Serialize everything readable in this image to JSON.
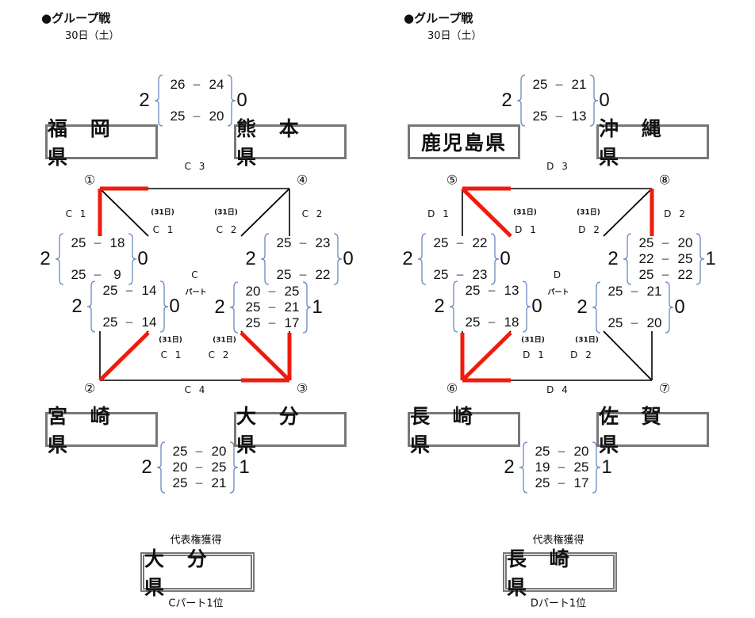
{
  "parts": [
    {
      "header": "●グループ戦",
      "date": "30日（土）",
      "teams": [
        "福 岡 県",
        "熊 本 県",
        "宮 崎 県",
        "大 分 県"
      ],
      "corner_numbers": [
        "①",
        "④",
        "②",
        "③"
      ],
      "labels": [
        "C 3",
        "C 1",
        "C 2",
        "(31日)",
        "(31日)",
        "C 1",
        "C 2",
        "C",
        "パート",
        "(31日)",
        "(31日)",
        "C 1",
        "C 2",
        "C 4"
      ],
      "matches": [
        {
          "left": "2",
          "right": "0",
          "sets": [
            [
              "26",
              "24"
            ],
            [
              "25",
              "20"
            ]
          ]
        },
        {
          "left": "2",
          "right": "0",
          "sets": [
            [
              "25",
              "18"
            ],
            [
              "25",
              "9"
            ]
          ]
        },
        {
          "left": "2",
          "right": "0",
          "sets": [
            [
              "25",
              "23"
            ],
            [
              "25",
              "22"
            ]
          ]
        },
        {
          "left": "2",
          "right": "0",
          "sets": [
            [
              "25",
              "14"
            ],
            [
              "25",
              "14"
            ]
          ]
        },
        {
          "left": "2",
          "right": "1",
          "sets": [
            [
              "20",
              "25"
            ],
            [
              "25",
              "21"
            ],
            [
              "25",
              "17"
            ]
          ]
        },
        {
          "left": "2",
          "right": "1",
          "sets": [
            [
              "25",
              "20"
            ],
            [
              "20",
              "25"
            ],
            [
              "25",
              "21"
            ]
          ]
        }
      ],
      "highlight": {
        "tl": [
          "h",
          "v"
        ],
        "tr": [],
        "bl": [
          "d"
        ],
        "br": [
          "h",
          "v",
          "d"
        ]
      },
      "rep_label": "代表権獲得",
      "winner": "大 分 県",
      "winner_caption": "Cパート1位"
    },
    {
      "header": "●グループ戦",
      "date": "30日（土）",
      "teams": [
        "鹿児島県",
        "沖 縄 県",
        "長 崎 県",
        "佐 賀 県"
      ],
      "corner_numbers": [
        "⑤",
        "⑧",
        "⑥",
        "⑦"
      ],
      "labels": [
        "D 3",
        "D 1",
        "D 2",
        "(31日)",
        "(31日)",
        "D 1",
        "D 2",
        "D",
        "パート",
        "(31日)",
        "(31日)",
        "D 1",
        "D 2",
        "D 4"
      ],
      "matches": [
        {
          "left": "2",
          "right": "0",
          "sets": [
            [
              "25",
              "21"
            ],
            [
              "25",
              "13"
            ]
          ]
        },
        {
          "left": "2",
          "right": "0",
          "sets": [
            [
              "25",
              "22"
            ],
            [
              "25",
              "23"
            ]
          ]
        },
        {
          "left": "2",
          "right": "1",
          "sets": [
            [
              "25",
              "20"
            ],
            [
              "22",
              "25"
            ],
            [
              "25",
              "22"
            ]
          ]
        },
        {
          "left": "2",
          "right": "0",
          "sets": [
            [
              "25",
              "13"
            ],
            [
              "25",
              "18"
            ]
          ]
        },
        {
          "left": "2",
          "right": "0",
          "sets": [
            [
              "25",
              "21"
            ],
            [
              "25",
              "20"
            ]
          ]
        },
        {
          "left": "2",
          "right": "1",
          "sets": [
            [
              "25",
              "20"
            ],
            [
              "19",
              "25"
            ],
            [
              "25",
              "17"
            ]
          ]
        }
      ],
      "highlight": {
        "tl": [
          "h",
          "d"
        ],
        "tr": [
          "v"
        ],
        "bl": [
          "h",
          "v",
          "d"
        ],
        "br": []
      },
      "rep_label": "代表権獲得",
      "winner": "長 崎 県",
      "winner_caption": "Dパート1位"
    }
  ],
  "colors": {
    "highlight": "#ee1c0e",
    "line": "#000000",
    "brace": "#6a8ac0",
    "box": "#777777"
  }
}
